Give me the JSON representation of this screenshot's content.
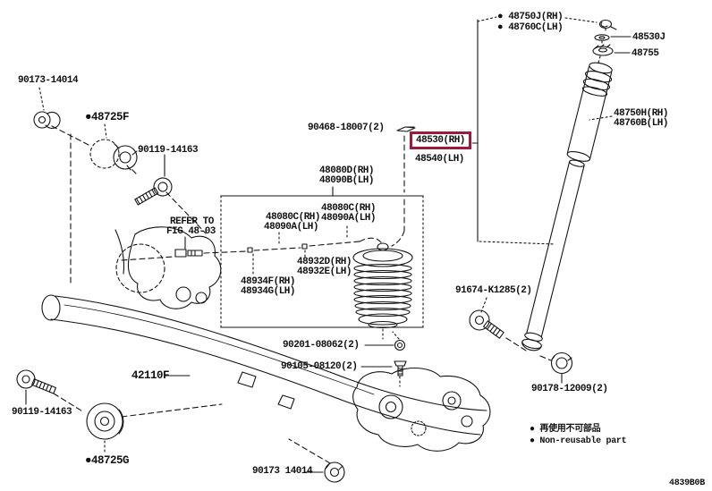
{
  "diagram": {
    "figure_code": "4839B0B",
    "highlight_color": "#9a1c3a",
    "line_color": "#141414",
    "background_color": "#ffffff",
    "highlighted_part": "48530(RH)",
    "labels": {
      "tl_nut_90173": "90173-14014",
      "hub_48725f": "●48725F",
      "bolt_90119_top": "90119-14163",
      "refer_line1": "REFER TO",
      "refer_line2": "FIG 48-03",
      "absorber_48080d": "48080D(RH)",
      "absorber_48090b": "48090B(LH)",
      "c_left_rh": "48080C(RH)",
      "c_left_lh": "48090A(LH)",
      "c_right_rh": "48080C(RH)",
      "c_right_lh": "48090A(LH)",
      "clip_90468": "90468-18007(2)",
      "selected_48530": "48530(RH)",
      "pair_48540": "48540(LH)",
      "nut_48750j": "● 48750J(RH)",
      "nut_48760c": "● 48760C(LH)",
      "washer_48530j": "48530J",
      "support_48755": "48755",
      "shock_48750h": "48750H(RH)",
      "shock_48760b": "48760B(LH)",
      "tube_48932d": "48932D(RH)",
      "tube_48932e": "48932E(LH)",
      "tube_48934f": "48934F(RH)",
      "tube_48934g": "48934G(LH)",
      "nut_90201": "90201-08062(2)",
      "bolt_90105": "90105-08120(2)",
      "beam_42110f": "42110F",
      "bolt_90119_bottom": "90119-14163",
      "bushing_48725g": "●48725G",
      "nut_90173_bottom": "90173 14014",
      "bolt_91674": "91674-K1285(2)",
      "nut_90178": "90178-12009(2)"
    },
    "legend": {
      "jp": "● 再使用不可部品",
      "en": "● Non-reusable part"
    }
  }
}
